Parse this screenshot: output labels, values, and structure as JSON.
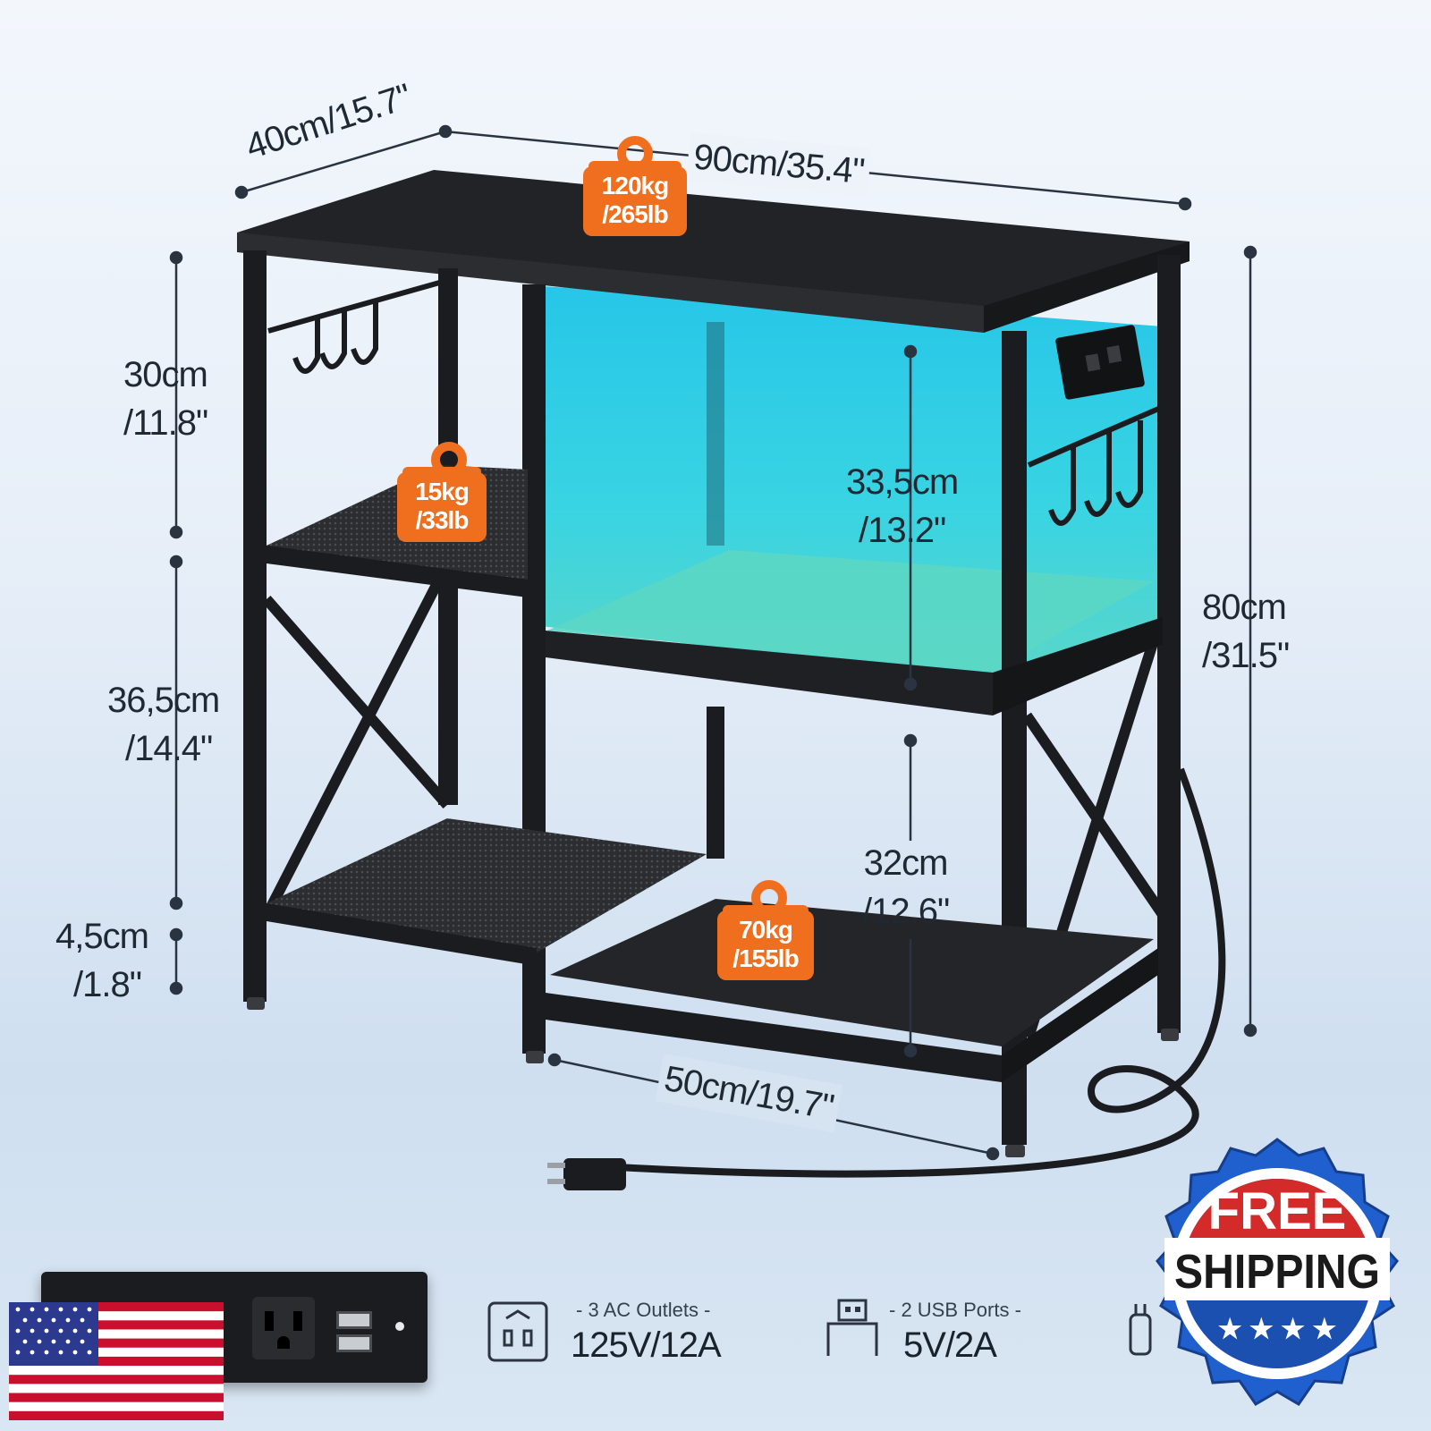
{
  "dimensions": {
    "depth": "40cm/15.7\"",
    "width": "90cm/35.4\"",
    "top_section": [
      "30cm",
      "/11.8\""
    ],
    "middle_section": [
      "36,5cm",
      "/14.4\""
    ],
    "bottom_clearance": [
      "4,5cm",
      "/1.8\""
    ],
    "led_shelf_height": [
      "33,5cm",
      "/13.2\""
    ],
    "lower_shelf_height": [
      "32cm",
      "/12.6\""
    ],
    "total_height": [
      "80cm",
      "/31.5\""
    ],
    "lower_width": "50cm/19.7\""
  },
  "load_badges": {
    "top": [
      "120kg",
      "/265lb"
    ],
    "left_shelf": [
      "15kg",
      "/33lb"
    ],
    "bottom_shelf": [
      "70kg",
      "/155lb"
    ]
  },
  "specs": {
    "ac": {
      "label": "- 3 AC Outlets -",
      "value": "125V/12A",
      "icon": "outlet-icon"
    },
    "usb": {
      "label": "- 2 USB Ports -",
      "value": "5V/2A",
      "icon": "usb-icon"
    },
    "plug_icon": "plug-icon"
  },
  "seal": {
    "line1": "FREE",
    "line2": "SHIPPING",
    "stars": "★ ★ ★ ★"
  },
  "colors": {
    "accent_orange": "#f06f1e",
    "led_cyan": "#3fd6e6",
    "frame": "#1b1c1f",
    "seal_red": "#d32a2a",
    "seal_blue": "#1b5cc8"
  }
}
